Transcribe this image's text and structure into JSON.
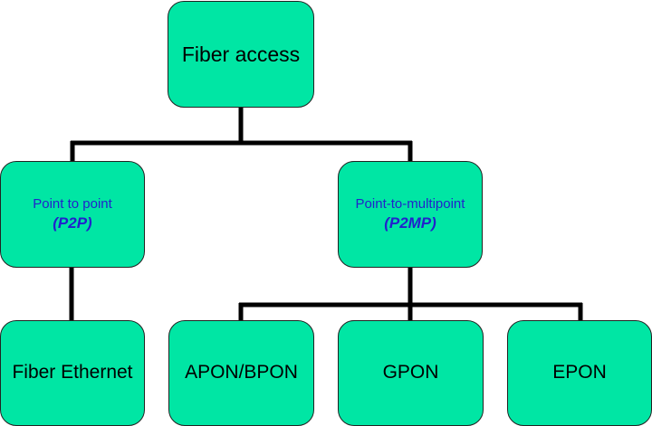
{
  "diagram": {
    "root": {
      "label": "Fiber access"
    },
    "branches": [
      {
        "label": "Point to point",
        "abbreviation": "(P2P)",
        "children": [
          "Fiber Ethernet"
        ]
      },
      {
        "label": "Point-to-multipoint",
        "abbreviation": "(P2MP)",
        "children": [
          "APON/BPON",
          "GPON",
          "EPON"
        ]
      }
    ],
    "colors": {
      "node_fill": "#00e6a4",
      "connector": "#000000",
      "sub_label_text": "#2222cc",
      "main_text": "#000000"
    }
  }
}
